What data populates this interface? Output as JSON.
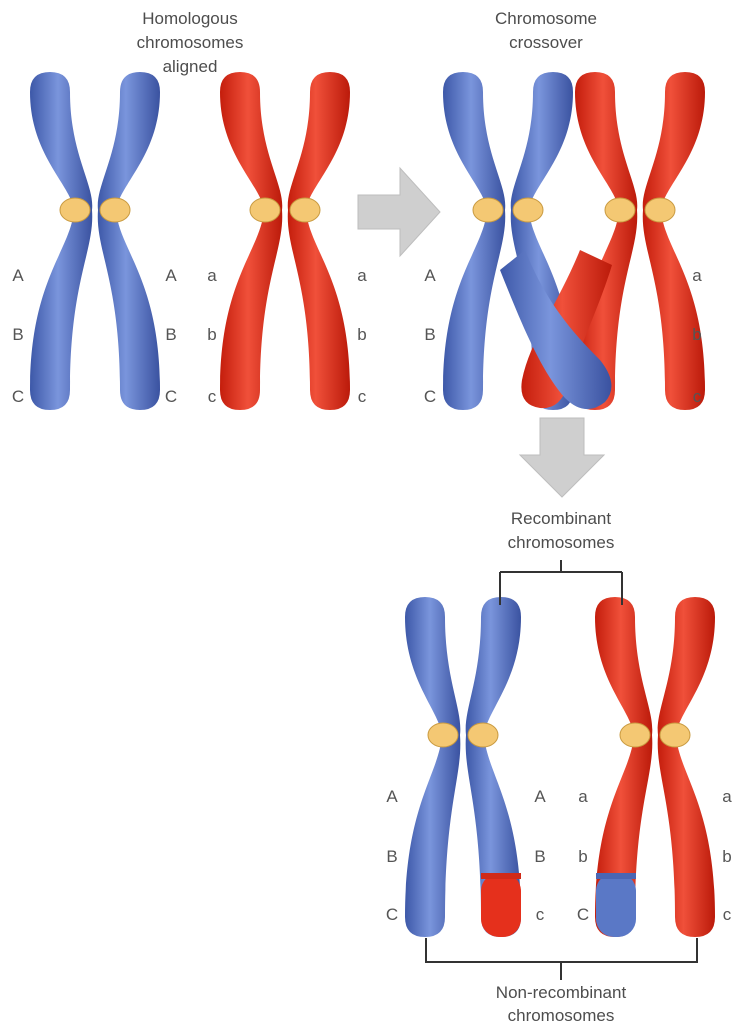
{
  "captions": {
    "homologous": [
      "Homologous",
      "chromosomes",
      "aligned"
    ],
    "crossover": [
      "Chromosome",
      "crossover"
    ],
    "recombinant": [
      "Recombinant",
      "chromosomes"
    ],
    "non_recombinant": [
      "Non-recombinant",
      "chromosomes"
    ]
  },
  "gene_labels": {
    "upper": [
      "A",
      "B",
      "C"
    ],
    "lower": [
      "a",
      "b",
      "c"
    ]
  },
  "colors": {
    "blue": "#5a78c6",
    "red": "#e5301c",
    "centromere": "#f4c873",
    "arrow": "#cfcfcf"
  },
  "icons": {
    "process_arrow": "block-arrow-right",
    "down_arrow": "block-arrow-down"
  }
}
